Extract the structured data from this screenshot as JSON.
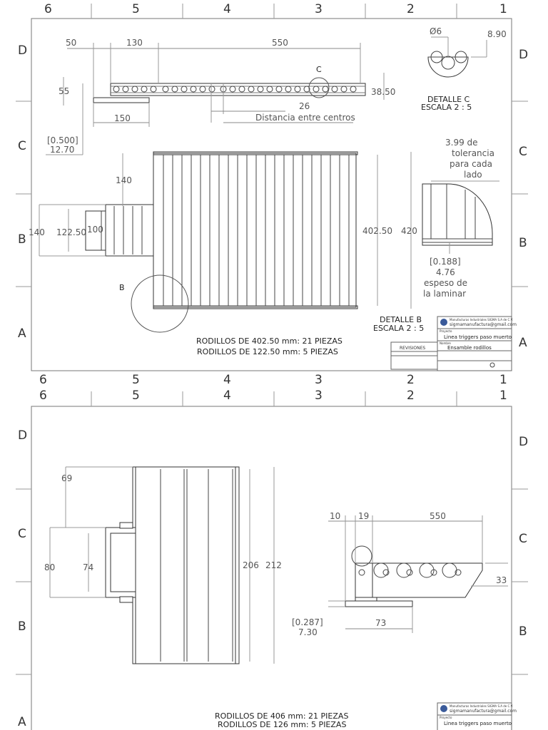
{
  "zones": {
    "cols": [
      "6",
      "5",
      "4",
      "3",
      "2",
      "1"
    ],
    "rows_top": [
      "D",
      "C",
      "B",
      "A"
    ],
    "rows_bottom": [
      "D",
      "C",
      "B",
      "A"
    ]
  },
  "sheet1": {
    "dims": {
      "d50": "50",
      "d130": "130",
      "d550": "550",
      "d55": "55",
      "d150": "150",
      "d26": "26",
      "distancia": "Distancia entre centros",
      "d3850": "38.50",
      "d0500": "[0.500]",
      "d1270": "12.70",
      "d140": "140",
      "d140b": "140",
      "d12250": "122.50",
      "d100": "100",
      "d40250": "402.50",
      "d420": "420",
      "phi6": "Ø6",
      "d890": "8.90",
      "d0188": "[0.188]",
      "d476": "4.76"
    },
    "callout_c": "C",
    "callout_b": "B",
    "detail_c": [
      "DETALLE C",
      "ESCALA 2 : 5"
    ],
    "detail_b": [
      "DETALLE B",
      "ESCALA 2 : 5"
    ],
    "tolerance_note": [
      "3.99 de",
      "tolerancia",
      "para cada",
      "lado"
    ],
    "thickness_note": [
      "espeso de",
      "la laminar"
    ],
    "notes": [
      "RODILLOS DE  402.50 mm: 21 PIEZAS",
      "RODILLOS DE  122.50  mm: 5 PIEZAS"
    ],
    "revisiones": "REVISIONES",
    "title_block": {
      "company": "Manufacturas Industriales SIGMA S.A de C.V.",
      "email": "sigmamanufactura@gmail.com",
      "proyecto_label": "Proyecto",
      "project": "Linea triggers paso muerto",
      "part": "Ensamble rodillos",
      "id_label": "Nombre"
    }
  },
  "sheet2": {
    "dims": {
      "d69": "69",
      "d80": "80",
      "d74": "74",
      "d206": "206",
      "d212": "212",
      "d10": "10",
      "d19": "19",
      "d550": "550",
      "d33": "33",
      "d0287": "[0.287]",
      "d730": "7.30",
      "d73": "73"
    },
    "notes": [
      "RODILLOS DE 406 mm: 21 PIEZAS",
      "RODILLOS DE 126 mm: 5 PIEZAS"
    ],
    "title_block": {
      "company": "Manufacturas Industriales SIGMA S.A de C.V.",
      "email": "sigmamanufactura@gmail.com",
      "proyecto_label": "Proyecto",
      "project": "Linea triggers paso muerto"
    }
  }
}
